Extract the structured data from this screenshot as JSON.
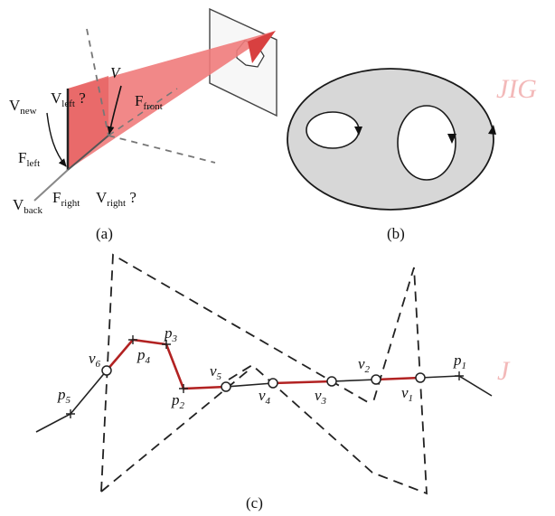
{
  "panel_a": {
    "caption": "(a)",
    "labels": {
      "v_new": {
        "base": "V",
        "sub": "new"
      },
      "v_left": {
        "base": "V",
        "sub": "left",
        "suffix": " ?"
      },
      "v": {
        "base": "V"
      },
      "f_front": {
        "base": "F",
        "sub": "front"
      },
      "f_left": {
        "base": "F",
        "sub": "left"
      },
      "f_right": {
        "base": "F",
        "sub": "right"
      },
      "v_right": {
        "base": "V",
        "sub": "right",
        "suffix": "  ?"
      },
      "v_back": {
        "base": "V",
        "sub": "back"
      }
    },
    "colors": {
      "beam": "#ef7b7b",
      "beam_edge": "#e04a4a",
      "wall": "#f7f7f7"
    }
  },
  "panel_b": {
    "caption": "(b)",
    "colors": {
      "fill": "#d7d7d7",
      "stroke": "#1a1a1a"
    }
  },
  "panel_c": {
    "caption": "(c)",
    "colors": {
      "highlight": "#b22222",
      "line": "#222222"
    },
    "labels": {
      "p1": {
        "base": "p",
        "sub": "1"
      },
      "p2": {
        "base": "p",
        "sub": "2"
      },
      "p3": {
        "base": "p",
        "sub": "3"
      },
      "p4": {
        "base": "p",
        "sub": "4"
      },
      "p5": {
        "base": "p",
        "sub": "5"
      },
      "v1": {
        "base": "v",
        "sub": "1"
      },
      "v2": {
        "base": "v",
        "sub": "2"
      },
      "v3": {
        "base": "v",
        "sub": "3"
      },
      "v4": {
        "base": "v",
        "sub": "4"
      },
      "v5": {
        "base": "v",
        "sub": "5"
      },
      "v6": {
        "base": "v",
        "sub": "6"
      }
    }
  },
  "watermark": {
    "top": "JIG",
    "bottom": "J"
  }
}
